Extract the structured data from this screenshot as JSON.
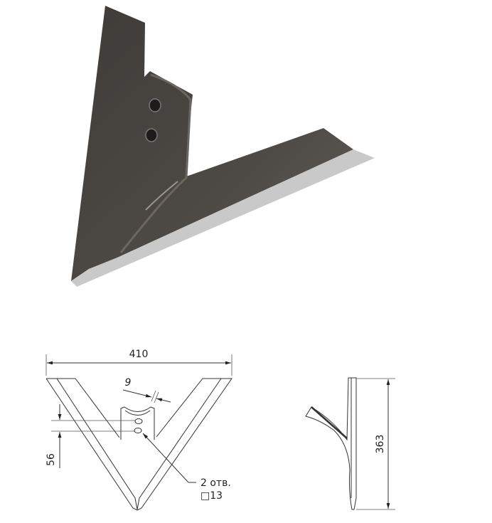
{
  "product_render": {
    "colors": {
      "body": "#4a4642",
      "edge": "#c9c9c9"
    }
  },
  "front_view": {
    "width_dim": "410",
    "shank_gap_dim": "9",
    "hole_spacing_dim": "56",
    "holes_note_line1": "2 отв.",
    "holes_note_line2": "□13"
  },
  "side_view": {
    "height_dim": "363"
  }
}
